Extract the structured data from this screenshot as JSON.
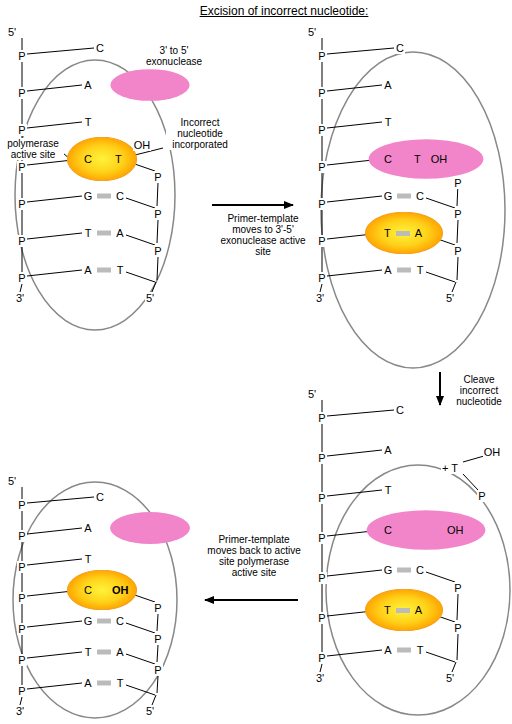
{
  "diagram": {
    "title": "Excision of incorrect nucleotide:",
    "nodes": [
      {
        "text": [
          "3' to 5' exonuclease"
        ]
      },
      {
        "text": [
          "C",
          "T"
        ]
      },
      {
        "text": [
          "C",
          "T",
          "OH"
        ]
      },
      {
        "text": [
          "T",
          "A"
        ]
      },
      {
        "text": [
          "C",
          "OH"
        ]
      },
      {
        "text": [
          "T",
          "A"
        ]
      },
      {
        "text": [
          "C",
          "OH"
        ]
      }
    ],
    "labels": [
      "5'",
      "P",
      "P",
      "P",
      "P",
      "P",
      "P",
      "P",
      "C",
      "A",
      "T",
      "G",
      "C",
      "T",
      "A",
      "A",
      "T",
      "3'",
      "P",
      "P",
      "P",
      "5'",
      "OH",
      "polymerase active site",
      "Incorrect nucleotide incorporated",
      "5'",
      "P",
      "P",
      "P",
      "P",
      "P",
      "P",
      "P",
      "C",
      "A",
      "T",
      "G",
      "C",
      "A",
      "T",
      "3'",
      "P",
      "P",
      "P",
      "5'",
      "5'",
      "P",
      "P",
      "P",
      "P",
      "P",
      "P",
      "P",
      "C",
      "A",
      "T",
      "G",
      "C",
      "A",
      "T",
      "3'",
      "P",
      "P",
      "5'",
      "+ T",
      "OH",
      "P",
      "5'",
      "P",
      "P",
      "P",
      "P",
      "P",
      "P",
      "P",
      "C",
      "A",
      "T",
      "G",
      "C",
      "T",
      "A",
      "A",
      "T",
      "3'",
      "P",
      "P",
      "P",
      "5'",
      "Primer-template moves to 3'-5' exonuclease active site",
      "Cleave incorrect nucleotide",
      "Primer-template moves back to active site polymerase active site"
    ]
  }
}
